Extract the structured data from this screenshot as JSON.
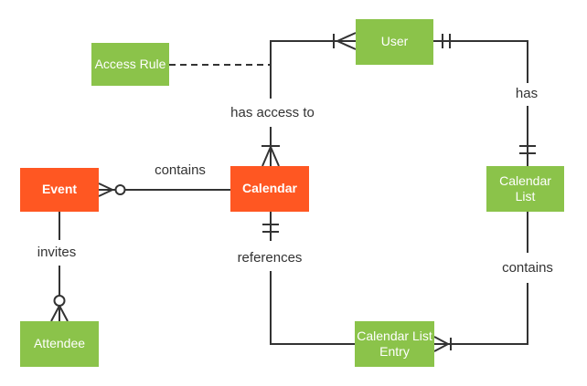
{
  "diagram_type": "entity-relationship-crows-foot",
  "colors": {
    "entity_green": "#8BC34A",
    "entity_orange": "#FF5722",
    "entity_text": "#FFFFFF",
    "line": "#333333",
    "label_text": "#333333",
    "background": "#FFFFFF"
  },
  "entities": {
    "event": {
      "label": "Event",
      "color": "orange"
    },
    "calendar": {
      "label": "Calendar",
      "color": "orange"
    },
    "user": {
      "label": "User",
      "color": "green"
    },
    "access_rule": {
      "label": "Access Rule",
      "color": "green"
    },
    "calendar_list": {
      "label": "Calendar List",
      "color": "green"
    },
    "calendar_list_entry": {
      "label": "Calendar List Entry",
      "color": "green"
    },
    "attendee": {
      "label": "Attendee",
      "color": "green"
    }
  },
  "relationships": {
    "event_contains_calendar": {
      "label": "contains",
      "event_end": "zero-or-many",
      "calendar_end": "none"
    },
    "calendar_has_access_to_user": {
      "label": "has access to",
      "user_end": "one-or-many",
      "calendar_end": "one-or-many"
    },
    "user_has_calendar_list": {
      "label": "has",
      "user_end": "one-and-only-one",
      "calendar_list_end": "one-and-only-one"
    },
    "calendar_list_contains_entry": {
      "label": "contains",
      "entry_end": "one-or-many"
    },
    "calendar_references_entry": {
      "label": "references",
      "calendar_end": "one-and-only-one"
    },
    "event_invites_attendee": {
      "label": "invites",
      "attendee_end": "zero-or-many"
    },
    "access_rule_to_has_access_to": {
      "label": "",
      "style": "dashed"
    }
  }
}
